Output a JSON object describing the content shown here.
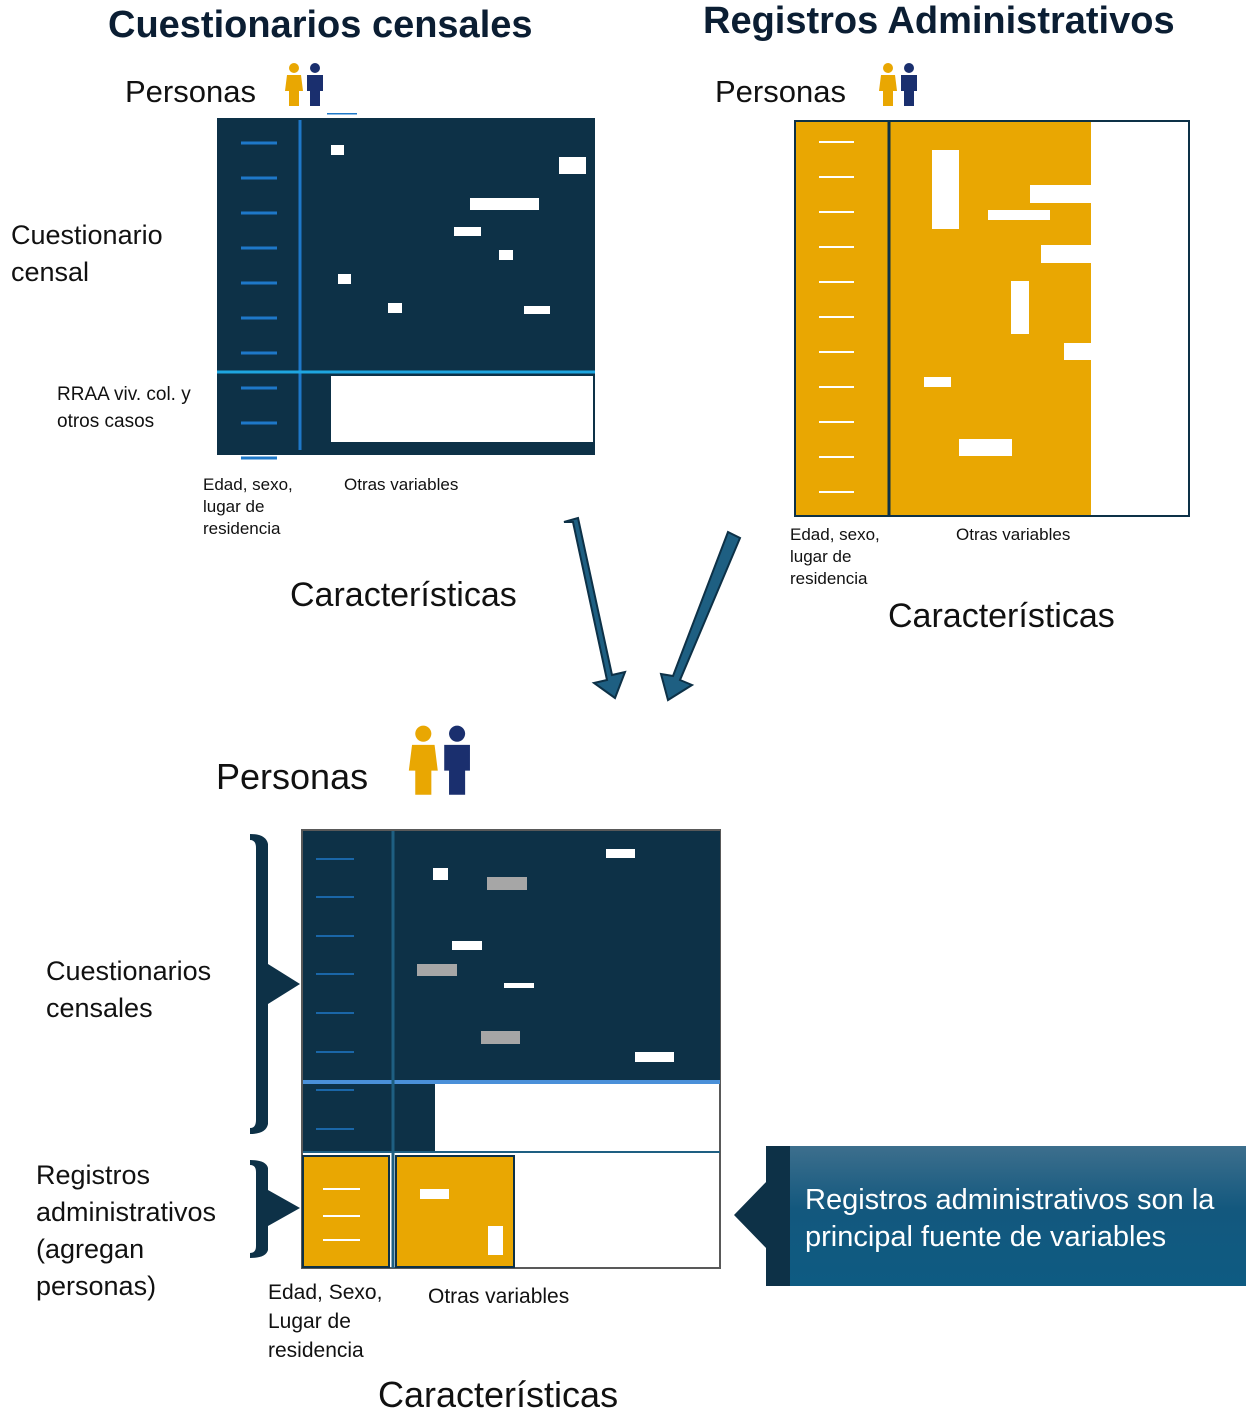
{
  "left_panel": {
    "title": "Cuestionarios censales",
    "personas": "Personas",
    "row_label_main": "Cuestionario censal",
    "row_label_rraa": "RRAA viv. col. y otros casos",
    "col_label_demo": "Edad, sexo, lugar de residencia",
    "col_label_other": "Otras variables",
    "axis_label": "Características"
  },
  "right_panel": {
    "title": "Registros Administrativos",
    "personas": "Personas",
    "col_label_demo": "Edad, sexo, lugar de residencia",
    "col_label_other": "Otras variables",
    "axis_label": "Características"
  },
  "bottom_panel": {
    "personas": "Personas",
    "row_label_census": "Cuestionarios censales",
    "row_label_admin": "Registros administrativos (agregan personas)",
    "col_label_demo": "Edad, Sexo, Lugar de residencia",
    "col_label_other": "Otras variables",
    "axis_label": "Características"
  },
  "callout": {
    "text": "Registros administrativos son la principal fuente de variables"
  },
  "colors": {
    "navy": "#0d3147",
    "gold": "#e9a702",
    "blue_line": "#1e78c8",
    "light_line": "#4a90d9",
    "arrow": "#1e5f82",
    "gray_cell": "#a6a6a6"
  },
  "icons": [
    "woman-icon",
    "man-icon",
    "arrow-down-icon",
    "brace-icon"
  ]
}
